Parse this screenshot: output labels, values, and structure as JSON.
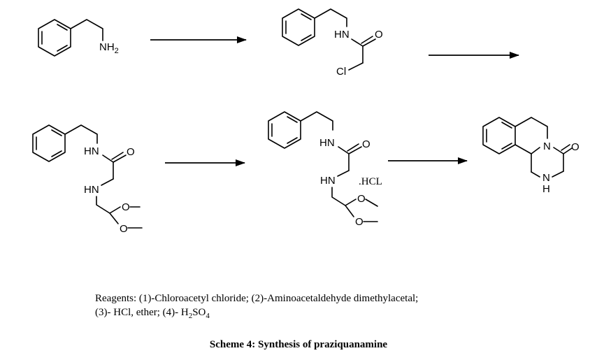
{
  "atoms": {
    "nh2": "NH",
    "nh2_sub": "2",
    "hn": "HN",
    "o": "O",
    "cl": "Cl",
    "n": "N",
    "nh_bottom_n": "N",
    "nh_bottom_h": "H",
    "hcl_salt": ".HCL"
  },
  "reagents": {
    "line1": "Reagents: (1)-Chloroacetyl chloride; (2)-Aminoacetaldehyde dimethylacetal;",
    "line2_prefix": "(3)- HCl, ether; (4)- H",
    "line2_sub1": "2",
    "line2_mid": "SO",
    "line2_sub2": "4"
  },
  "caption": "Scheme 4: Synthesis of praziquanamine"
}
